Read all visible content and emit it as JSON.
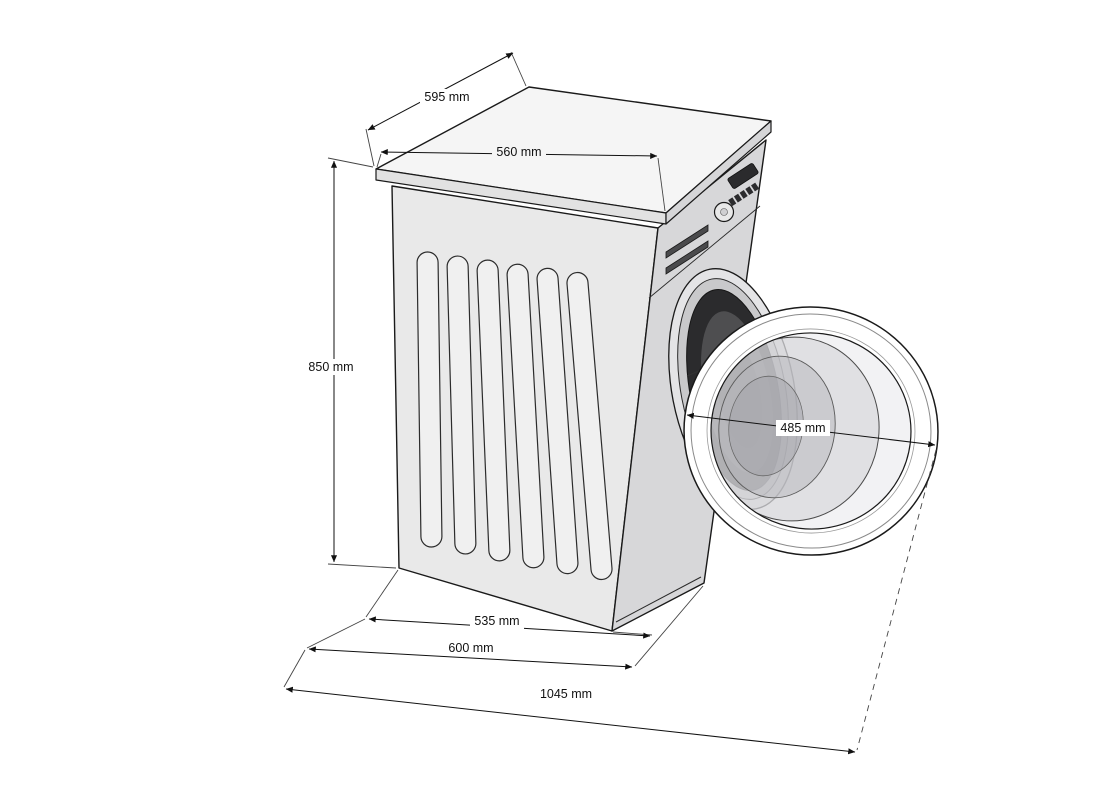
{
  "diagram": {
    "subject": "front-load washing machine with open porthole door, dimensioned technical drawing",
    "units": "mm"
  },
  "dimensions": {
    "top_depth": "595 mm",
    "top_width": "560 mm",
    "height": "850 mm",
    "door_diameter": "485 mm",
    "base_depth": "535 mm",
    "overall_depth": "600 mm",
    "depth_with_door_open": "1045 mm"
  },
  "colors": {
    "background": "#ffffff",
    "line": "#1a1a1a",
    "body_light": "#f5f5f5",
    "body_mid": "#e9e9e9",
    "body_dark": "#d7d7d9",
    "drum_dark": "#2b2b2d"
  }
}
